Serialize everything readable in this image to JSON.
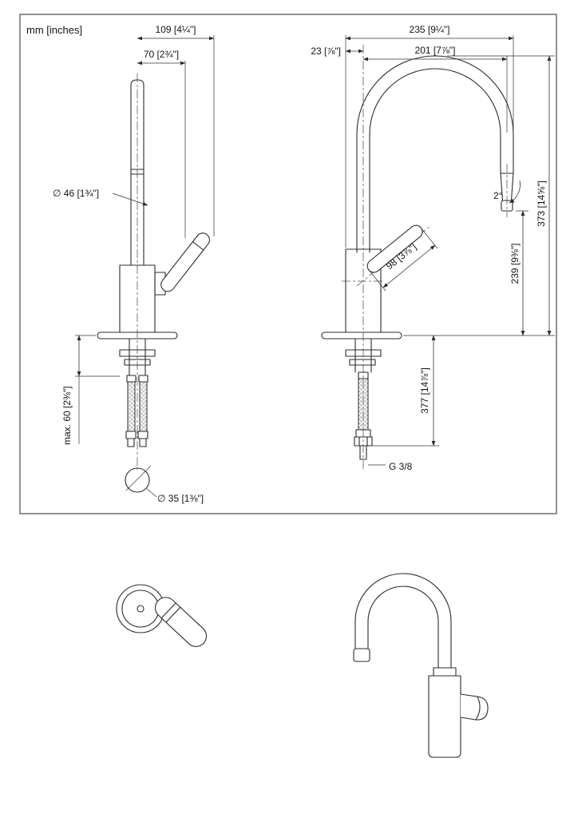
{
  "drawing": {
    "units_label": "mm [inches]",
    "front_view": {
      "dim_spout_reach": "109 [4¼\"]",
      "dim_handle_offset": "70 [2¾\"]",
      "dim_body_diameter": "∅ 46 [1¾\"]",
      "dim_max_mounting": "max. 60 [2⅜\"]",
      "dim_hole_diameter": "∅ 35 [1⅜\"]"
    },
    "side_view": {
      "dim_overall_reach": "235 [9¼\"]",
      "dim_center_offset": "23 [⅞\"]",
      "dim_spout_projection": "201 [7⅞\"]",
      "dim_overall_height": "373 [14⅝\"]",
      "dim_outlet_height": "239 [9⅜\"]",
      "dim_handle_length": "98 [3⅞\"]",
      "dim_spout_angle": "2°",
      "dim_hose_length": "377 [14⅞\"]",
      "label_connection": "G 3/8"
    }
  }
}
